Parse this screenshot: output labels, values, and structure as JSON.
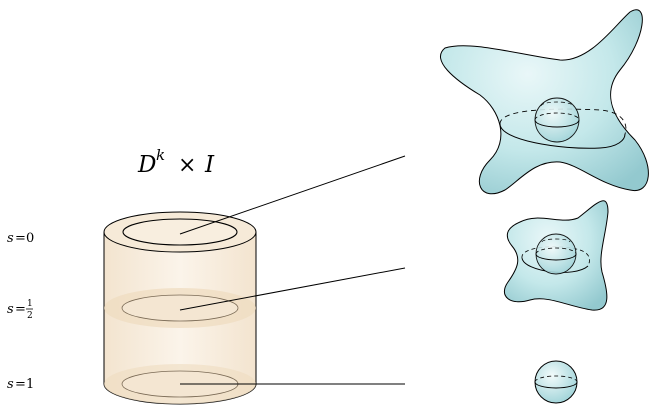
{
  "title": {
    "base": "D",
    "exponent": "k",
    "operator": "×",
    "factor": "I"
  },
  "stages": [
    {
      "variable": "s",
      "equals": "=",
      "value": "0"
    },
    {
      "variable": "s",
      "equals": "=",
      "value_numerator": "1",
      "value_denominator": "2"
    },
    {
      "variable": "s",
      "equals": "=",
      "value": "1"
    }
  ],
  "colors": {
    "cylinder_fill": "#f6ead8",
    "cylinder_band": "#efdcc0",
    "blob_fill": "#bfe6e8",
    "blob_shadow": "#8fc6cc",
    "stroke": "#000000"
  }
}
